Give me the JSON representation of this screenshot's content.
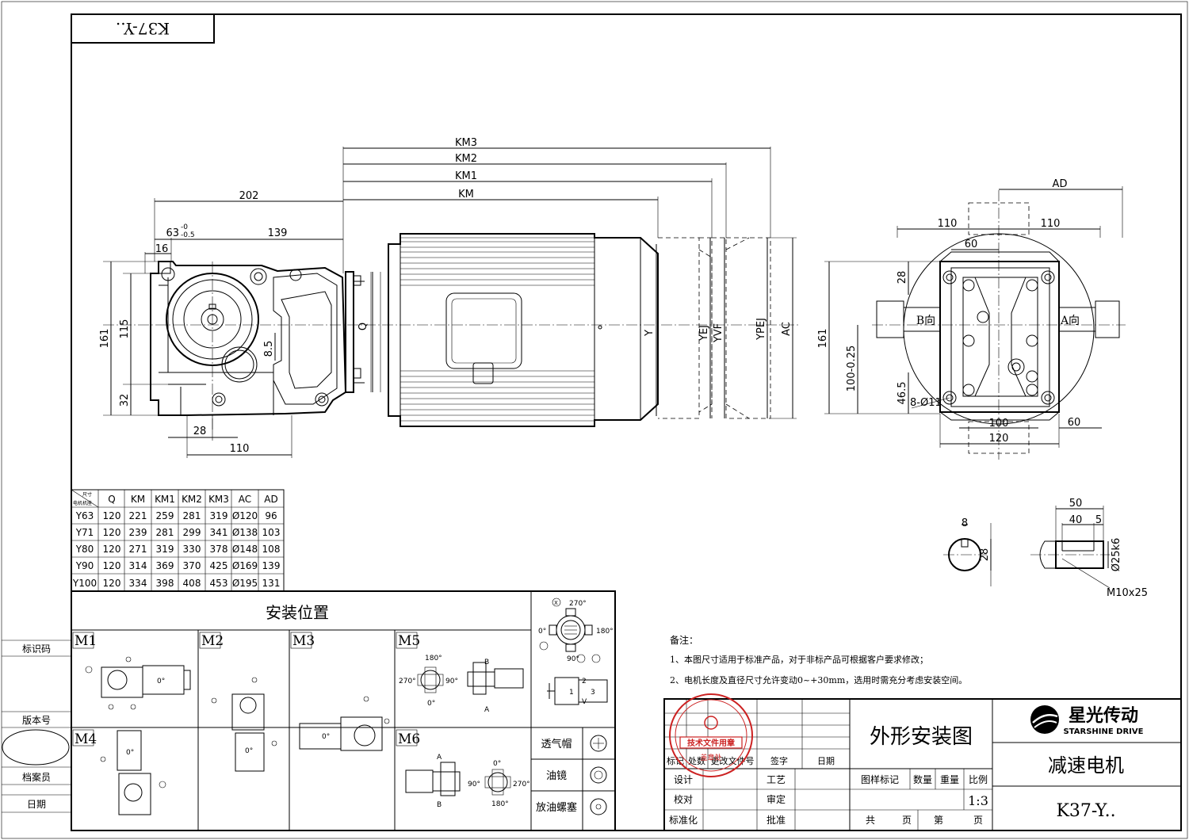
{
  "title_tag": "K37-Y..",
  "front_view_dims": {
    "d202": "202",
    "d63": "63",
    "d63_tol": "-0.5",
    "d63_tol_top": "-0",
    "d139": "139",
    "d16": "16",
    "d161": "161",
    "d115": "115",
    "d32": "32",
    "d28": "28",
    "d110": "110",
    "q": "Q",
    "d8_5": "8.5",
    "km": "KM",
    "km1": "KM1",
    "km2": "KM2",
    "km3": "KM3",
    "y": "Y",
    "yej": "YEJ",
    "yvf": "YVF",
    "ypej": "YPEJ",
    "ac": "AC"
  },
  "side_view_dims": {
    "ad": "AD",
    "d110_left": "110",
    "d110_right": "110",
    "d60_top": "60",
    "d28": "28",
    "d161": "161",
    "d100_tol": "100-0.25",
    "d46_5": "46.5",
    "holes": "8-Ø11",
    "d100_bottom": "100",
    "d120": "120",
    "d60_bottom": "60",
    "b_dir": "B向",
    "a_dir": "A向"
  },
  "shaft_detail": {
    "d8": "8",
    "d28": "28",
    "d50": "50",
    "d40": "40",
    "d5": "5",
    "d25": "Ø25k6",
    "thread": "M10x25"
  },
  "dim_table": {
    "corner_top": "尺寸",
    "corner_bottom": "电机机座",
    "headers": [
      "Q",
      "KM",
      "KM1",
      "KM2",
      "KM3",
      "AC",
      "AD"
    ],
    "rows": [
      [
        "Y63",
        "120",
        "221",
        "259",
        "281",
        "319",
        "Ø120",
        "96"
      ],
      [
        "Y71",
        "120",
        "239",
        "281",
        "299",
        "341",
        "Ø138",
        "103"
      ],
      [
        "Y80",
        "120",
        "271",
        "319",
        "330",
        "378",
        "Ø148",
        "108"
      ],
      [
        "Y90",
        "120",
        "314",
        "369",
        "370",
        "425",
        "Ø169",
        "139"
      ],
      [
        "Y100",
        "120",
        "334",
        "398",
        "408",
        "453",
        "Ø195",
        "131"
      ]
    ]
  },
  "mounting": {
    "title": "安装位置",
    "positions": [
      "M1",
      "M2",
      "M3",
      "M4",
      "M5",
      "M6"
    ],
    "angles": {
      "a270": "270°",
      "a0": "0°",
      "a180": "180°",
      "a90": "90°"
    },
    "x_marks": [
      "X"
    ],
    "m5_labels": {
      "a": "A",
      "b": "B"
    },
    "m6_labels": {
      "a": "A",
      "b": "B"
    },
    "view_labels": {
      "one": "1",
      "two": "2",
      "three": "3",
      "v": "V"
    }
  },
  "legend": {
    "breather": "透气帽",
    "oil_mirror": "油镜",
    "drain_plug": "放油螺塞"
  },
  "notes": {
    "heading": "备注：",
    "n1": "1、本图尺寸适用于标准产品，对于非标产品可根据客户要求修改；",
    "n2": "2、电机长度及直径尺寸允许变动0~+30mm，选用时需充分考虑安装空间。"
  },
  "left_margin": {
    "id_code": "标识码",
    "version": "版本号",
    "archivist": "档案员",
    "date": "日期"
  },
  "title_block": {
    "drawing_name": "外形安装图",
    "product": "减速电机",
    "model": "K37-Y..",
    "brand_cn": "星光传动",
    "brand_en": "STARSHINE DRIVE",
    "stamp_text": "技术文件用章",
    "stamp_sub": "盖章处",
    "row_headers": [
      "标记",
      "处数",
      "更改文件号",
      "签字",
      "日期"
    ],
    "design": "设计",
    "process": "工艺",
    "check": "校对",
    "review": "审定",
    "standard": "标准化",
    "approve": "批准",
    "attrs": [
      "图样标记",
      "数量",
      "重量",
      "比例"
    ],
    "scale": "1:3",
    "total": "共",
    "page": "页",
    "sheet": "第",
    "page2": "页"
  },
  "colors": {
    "stamp": "#cc2222",
    "ink": "#000000",
    "paper": "#ffffff"
  }
}
